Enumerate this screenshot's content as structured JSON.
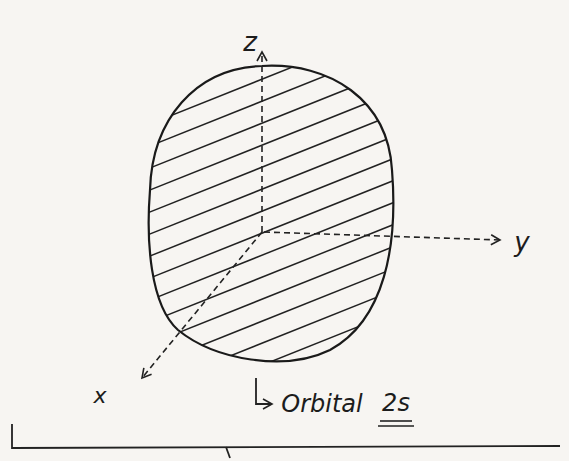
{
  "diagram": {
    "labels": [
      "z",
      "y",
      "x",
      "Orbital",
      "2s"
    ]
  }
}
